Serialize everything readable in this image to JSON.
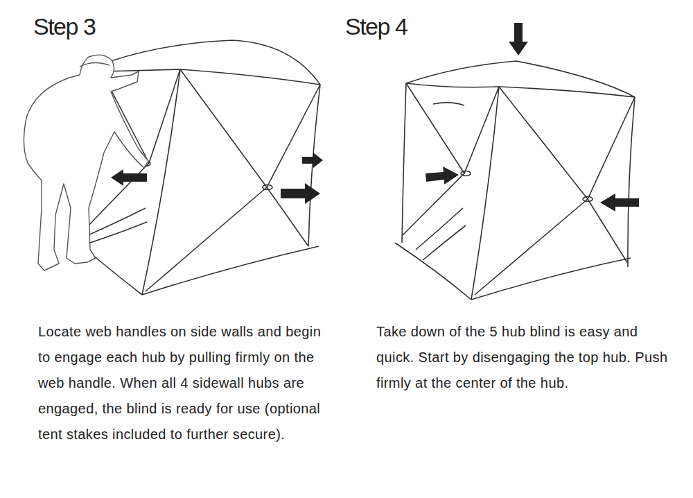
{
  "diagram": {
    "labels": [
      "Step 3",
      "Step 4",
      "Locate web handles on side walls and begin to engage each hub by pulling firmly on the web handle. When all 4 sidewall hubs are engaged, the blind is ready for use (optional tent stakes included to further secure).",
      "Take down of the 5 hub blind is easy and quick. Start by disengaging the top hub. Push firmly at the center of the hub."
    ]
  }
}
